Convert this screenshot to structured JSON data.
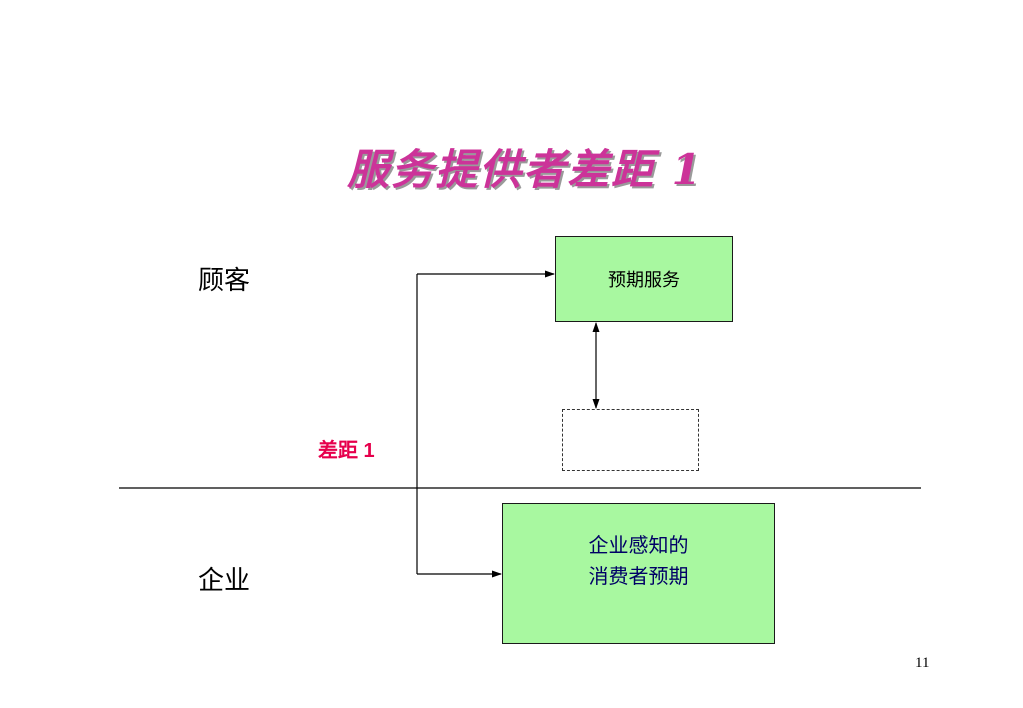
{
  "slide": {
    "title": "服务提供者差距 1",
    "customer_label": "顾客",
    "company_label": "企业",
    "gap_label": "差距 1",
    "expected_service_label": "预期服务",
    "perceived_expectation_lines": [
      "企业感知的",
      "消费者预期"
    ],
    "page_number": "11"
  },
  "colors": {
    "title": "#cc3399",
    "gap_label": "#e6004c",
    "box_fill": "#a8f8a0",
    "perceived_text": "#000066"
  }
}
